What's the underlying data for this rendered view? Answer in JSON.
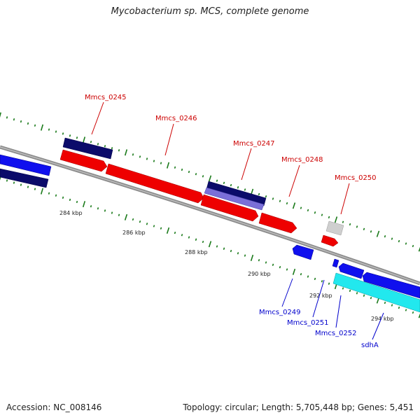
{
  "title": "Mycobacterium sp. MCS, complete genome",
  "footer": {
    "accession": "Accession: NC_008146",
    "summary": "Topology: circular; Length: 5,705,448 bp; Genes: 5,451"
  },
  "colors": {
    "backbone": "#8c8c8c",
    "tick": "#1a7a1a",
    "label_top": "#cc0000",
    "label_bottom": "#0000cc",
    "kbp_label": "#222222"
  },
  "ruler": [
    {
      "label": "284 kbp"
    },
    {
      "label": "286 kbp"
    },
    {
      "label": "288 kbp"
    },
    {
      "label": "290 kbp"
    },
    {
      "label": "292 kbp"
    },
    {
      "label": "294 kbp"
    }
  ],
  "gene_labels_top": [
    {
      "label": "Mmcs_0245"
    },
    {
      "label": "Mmcs_0246"
    },
    {
      "label": "Mmcs_0247"
    },
    {
      "label": "Mmcs_0248"
    },
    {
      "label": "Mmcs_0250"
    }
  ],
  "gene_labels_bottom": [
    {
      "label": "Mmcs_0249"
    },
    {
      "label": "Mmcs_0251"
    },
    {
      "label": "Mmcs_0252"
    },
    {
      "label": "sdhA"
    }
  ]
}
